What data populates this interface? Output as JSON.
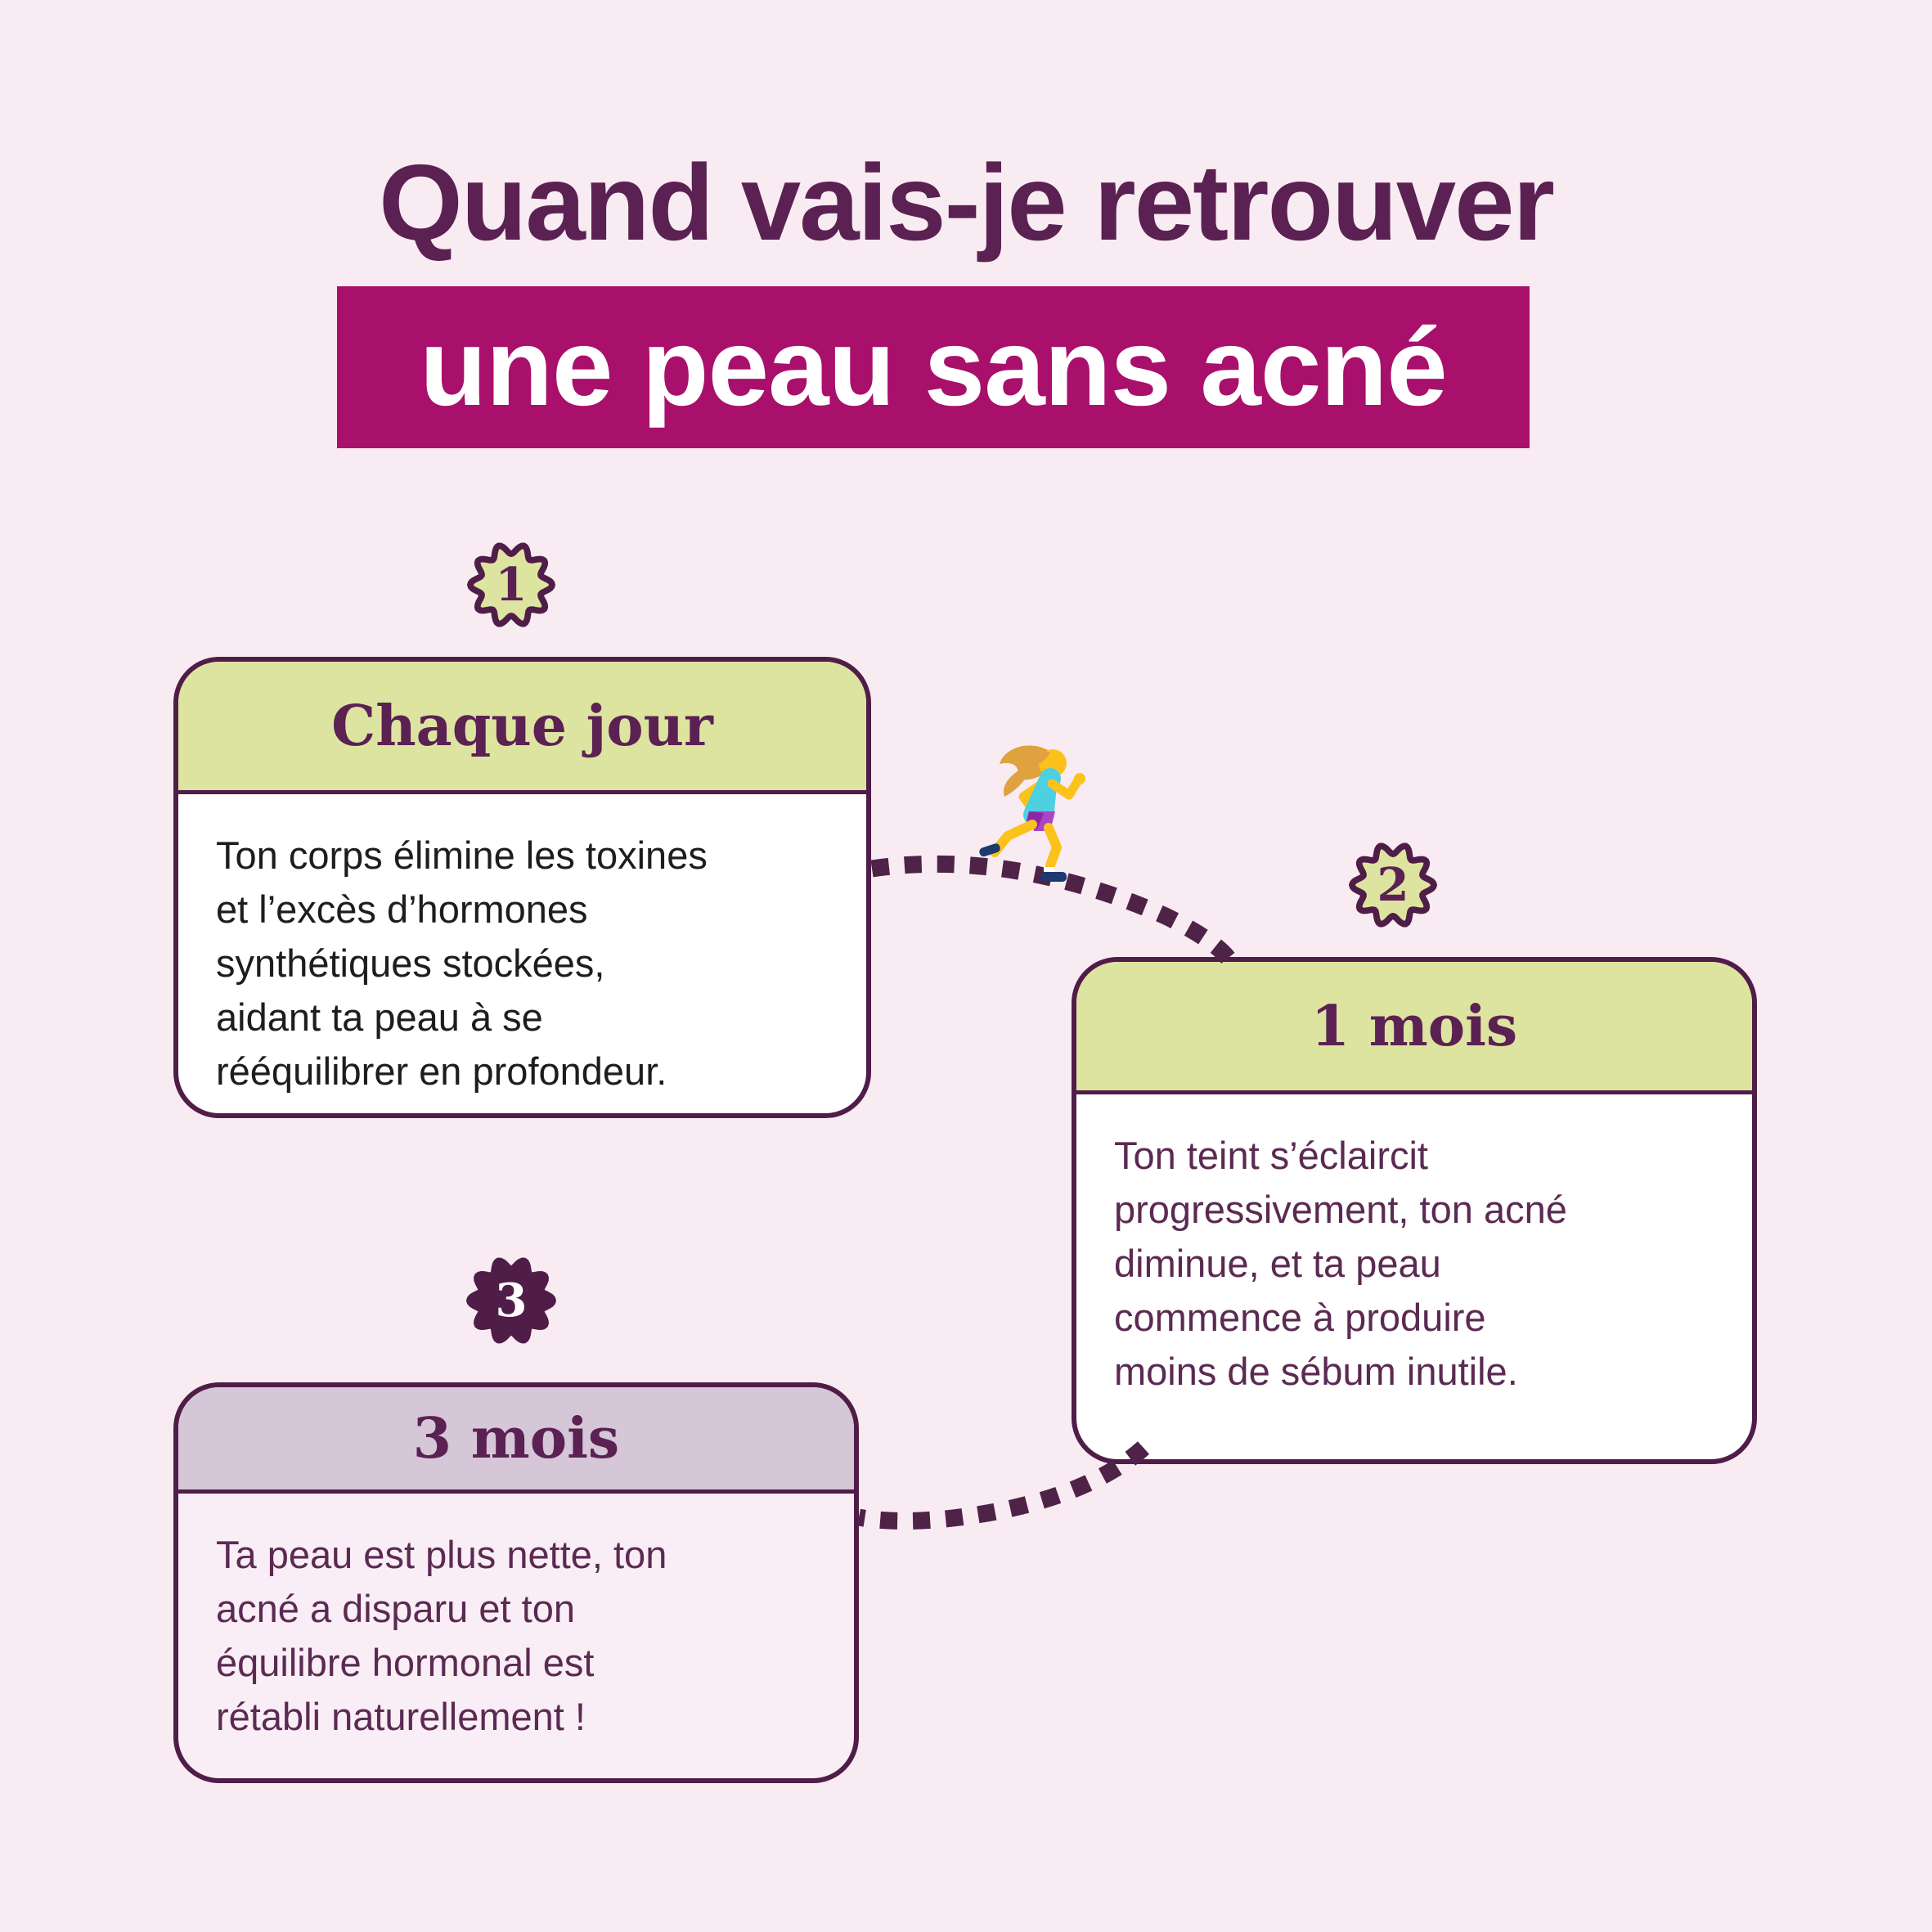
{
  "page": {
    "background": "#f8ecf2"
  },
  "title": {
    "line1": "Quand vais-je retrouver",
    "line2": "une peau sans acné",
    "line1_color": "#5b2153",
    "banner_bg": "#a8106c",
    "banner_text_color": "#ffffff"
  },
  "colors": {
    "purple_dark": "#4f1d48",
    "dots": "#4f2247",
    "header_text": "#5b2153",
    "badge_number_outline": "#5b2153",
    "badge_number_solid": "#ffffff"
  },
  "steps": [
    {
      "badge": "1",
      "badge_style": "outline",
      "badge_fill": "#dde4a0",
      "header": "Chaque jour",
      "header_bg": "#dde4a0",
      "body_bg": "#ffffff",
      "text_color": "#1d1d1f",
      "body_lines": [
        "Ton corps élimine les toxines",
        "et l’excès d’hormones",
        "synthétiques stockées,",
        "aidant ta peau à se",
        "rééquilibrer en profondeur."
      ]
    },
    {
      "badge": "2",
      "badge_style": "outline",
      "badge_fill": "#dde4a0",
      "header": "1 mois",
      "header_bg": "#dde4a0",
      "body_bg": "#ffffff",
      "text_color": "#5b2a52",
      "body_lines": [
        "Ton teint s’éclaircit",
        "progressivement, ton acné",
        "diminue, et ta peau",
        "commence à produire",
        "moins de sébum inutile."
      ]
    },
    {
      "badge": "3",
      "badge_style": "solid",
      "badge_fill": "#4f1d48",
      "header": "3 mois",
      "header_bg": "#d5c7d7",
      "body_bg": "#f9eef5",
      "text_color": "#5b2a52",
      "body_lines": [
        "Ta peau est plus nette, ton",
        "acné a disparu et ton",
        "équilibre hormonal est",
        "rétabli naturellement !"
      ]
    }
  ],
  "decorations": {
    "runner_emoji": "woman-running"
  }
}
